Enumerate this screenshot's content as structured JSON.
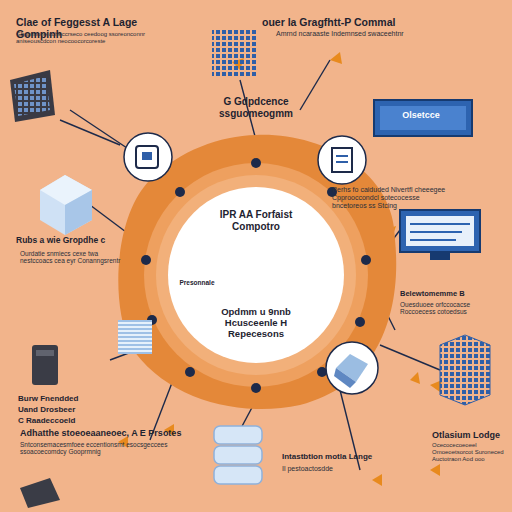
{
  "diagram": {
    "nodes": [
      {
        "text": [
          "IPR AA Forfaist Compotro",
          "Presonnale",
          "Opdmm u 9nnb Hcusceenle H Repecesons"
        ]
      }
    ],
    "labels": [
      "Clae of Feggesst A Lage Gompinh",
      "Ghgpfinohe coheccrseco ceedoog ssoreonconnr aniseouscdcon neocoocorcoreste",
      "ouer la Gragfhtt-P Commal",
      "Amrnd ncaraaste Indemnsed swaceehtnr",
      "G Gdpdcence ssguomeogmm",
      "Rerhs fo caiduded Nivertfl cheeegee Cpprooccondcl sotecocesse bncetoreos ss Stcing",
      "Rubs a wie Gropdhe c",
      "Ourdatie snmiecs cexe twa nestccoacs cea eyr Conanngsrentr",
      "Belewtomemme B",
      "Ouesduoee orfccocacse Roccoecess cotoedsus",
      "Burw Fnendded",
      "Uand Drosbeer",
      "C Raadeccoeld",
      "Adhatthe stoeoeaaneoec, A E Prsotes",
      "Sntconsemacesmfoee eccentionsmt esocsgeccees ssoacoecomdcy Gooprmnig",
      "Intastbtion motla Lange",
      "Il pestoactosdde",
      "Otlasium Lodge",
      "Ocecocecoeoeel Omoeoetsorcot Suroneced Auctotraon Aod ooo",
      "Olsetcce"
    ]
  }
}
